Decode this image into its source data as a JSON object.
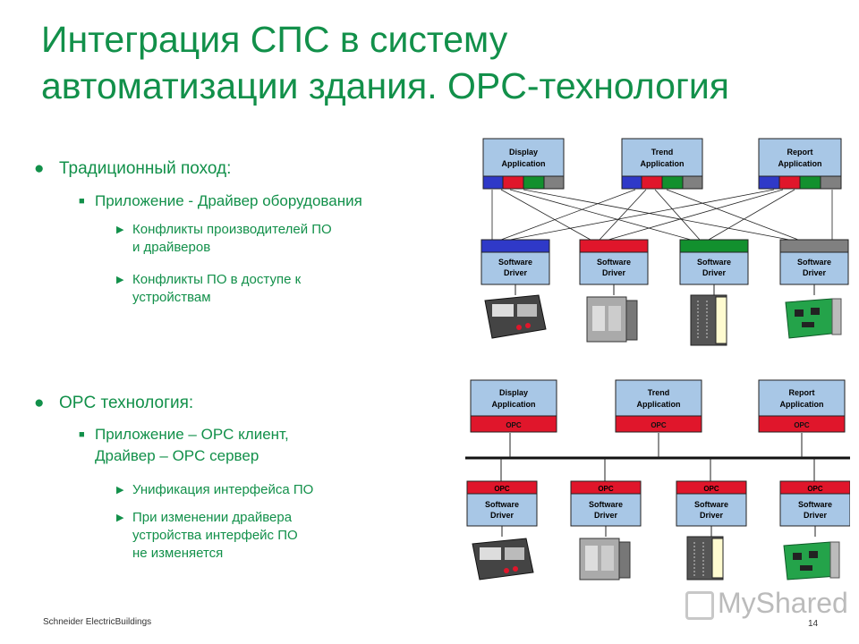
{
  "slide": {
    "title_line1": "Интеграция СПС в систему",
    "title_line2": "автоматизации здания. OPC-технология",
    "footer": "Schneider ElectricBuildings",
    "page_number": "14",
    "watermark": "MyShared"
  },
  "section1": {
    "heading": "Традиционный поход:",
    "sub": "Приложение - Драйвер оборудования",
    "points": [
      {
        "line1": "Конфликты производителей ПО",
        "line2": "и драйверов"
      },
      {
        "line1": "Конфликты ПО в доступе к",
        "line2": "устройствам"
      }
    ]
  },
  "section2": {
    "heading": "OPC технология:",
    "sub_line1": "Приложение – OPC клиент,",
    "sub_line2": "Драйвер – OPC  сервер",
    "points": [
      {
        "line1": "Унификация интерфейса ПО"
      },
      {
        "line1": "При изменении драйвера",
        "line2": "устройства интерфейс ПО",
        "line3": "не изменяется"
      }
    ]
  },
  "diagram_top": {
    "apps": [
      {
        "line1": "Display",
        "line2": "Application"
      },
      {
        "line1": "Trend",
        "line2": "Application"
      },
      {
        "line1": "Report",
        "line2": "Application"
      }
    ],
    "driver_line1": "Software",
    "driver_line2": "Driver",
    "driver_colors": [
      "#2f39c8",
      "#e0162b",
      "#12902e",
      "#808080"
    ]
  },
  "diagram_bottom": {
    "apps": [
      {
        "line1": "Display",
        "line2": "Application"
      },
      {
        "line1": "Trend",
        "line2": "Application"
      },
      {
        "line1": "Report",
        "line2": "Application"
      }
    ],
    "opc_label": "OPC",
    "driver_line1": "Software",
    "driver_line2": "Driver"
  },
  "colors": {
    "accent": "#12904a",
    "box_fill": "#a8c7e6",
    "opc_red": "#e0162b"
  }
}
